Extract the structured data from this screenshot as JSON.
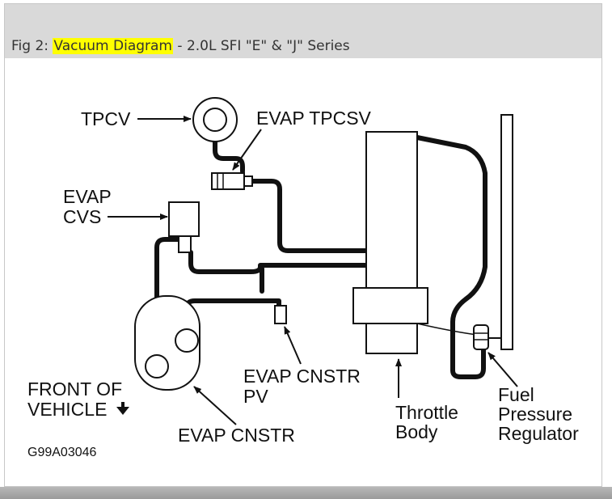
{
  "caption": {
    "prefix": "Fig 2: ",
    "highlight": "Vacuum Diagram",
    "suffix": " - 2.0L SFI \"E\" & \"J\" Series",
    "highlight_color": "#ffff00"
  },
  "labels": {
    "tpcv": "TPCV",
    "evap_tpcsv": "EVAP TPCSV",
    "evap_cvs_line1": "EVAP",
    "evap_cvs_line2": "CVS",
    "front_line1": "FRONT OF",
    "front_line2": "VEHICLE",
    "evap_cnstr_pv_line1": "EVAP CNSTR",
    "evap_cnstr_pv_line2": "PV",
    "evap_cnstr": "EVAP CNSTR",
    "throttle_line1": "Throttle",
    "throttle_line2": "Body",
    "fpr_line1": "Fuel",
    "fpr_line2": "Pressure",
    "fpr_line3": "Regulator",
    "figure_code": "G99A03046"
  }
}
